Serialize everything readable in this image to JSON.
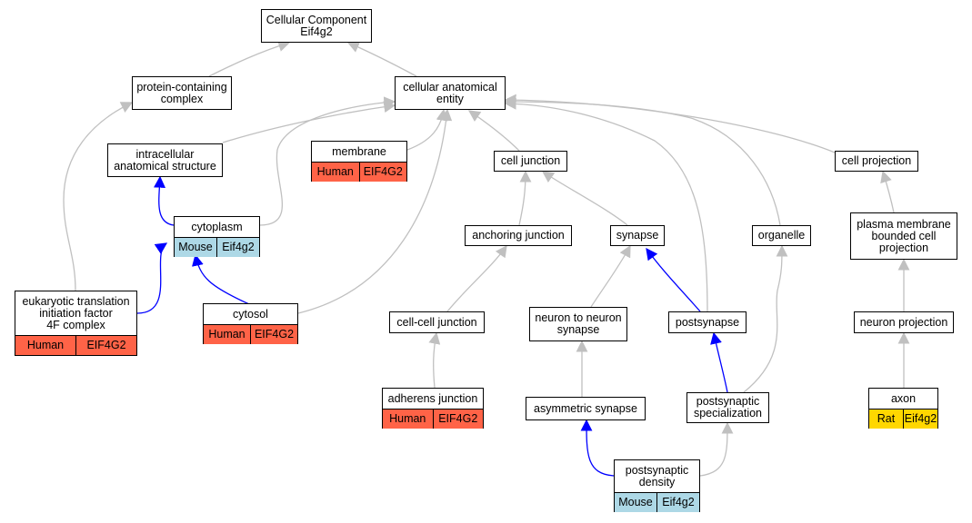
{
  "colors": {
    "human": "#ff6347",
    "mouse": "#add8e6",
    "rat": "#ffd700",
    "edge_gray": "#c0c0c0",
    "edge_blue": "#0000ff"
  },
  "nodes": {
    "root": {
      "label": "Cellular Component\nEif4g2"
    },
    "protein_complex": {
      "label": "protein-containing\ncomplex"
    },
    "cae": {
      "label": "cellular anatomical\nentity"
    },
    "intracellular": {
      "label": "intracellular\nanatomical structure"
    },
    "membrane": {
      "label": "membrane",
      "species": "Human",
      "gene": "EIF4G2"
    },
    "cell_junction": {
      "label": "cell junction"
    },
    "cell_projection": {
      "label": "cell projection"
    },
    "cytoplasm": {
      "label": "cytoplasm",
      "species": "Mouse",
      "gene": "Eif4g2"
    },
    "anchoring_junction": {
      "label": "anchoring junction"
    },
    "synapse": {
      "label": "synapse"
    },
    "organelle": {
      "label": "organelle"
    },
    "pmbcp": {
      "label": "plasma membrane\nbounded cell\nprojection"
    },
    "eif4f": {
      "label": "eukaryotic translation\ninitiation factor\n4F complex",
      "species": "Human",
      "gene": "EIF4G2"
    },
    "cytosol": {
      "label": "cytosol",
      "species": "Human",
      "gene": "EIF4G2"
    },
    "cell_cell_junction": {
      "label": "cell-cell junction"
    },
    "neuron_to_neuron": {
      "label": "neuron to neuron\nsynapse"
    },
    "postsynapse": {
      "label": "postsynapse"
    },
    "neuron_projection": {
      "label": "neuron projection"
    },
    "adherens": {
      "label": "adherens junction",
      "species": "Human",
      "gene": "EIF4G2"
    },
    "asymmetric": {
      "label": "asymmetric synapse"
    },
    "postsyn_spec": {
      "label": "postsynaptic\nspecialization"
    },
    "axon": {
      "label": "axon",
      "species": "Rat",
      "gene": "Eif4g2"
    },
    "psd": {
      "label": "postsynaptic\ndensity",
      "species": "Mouse",
      "gene": "Eif4g2"
    }
  }
}
